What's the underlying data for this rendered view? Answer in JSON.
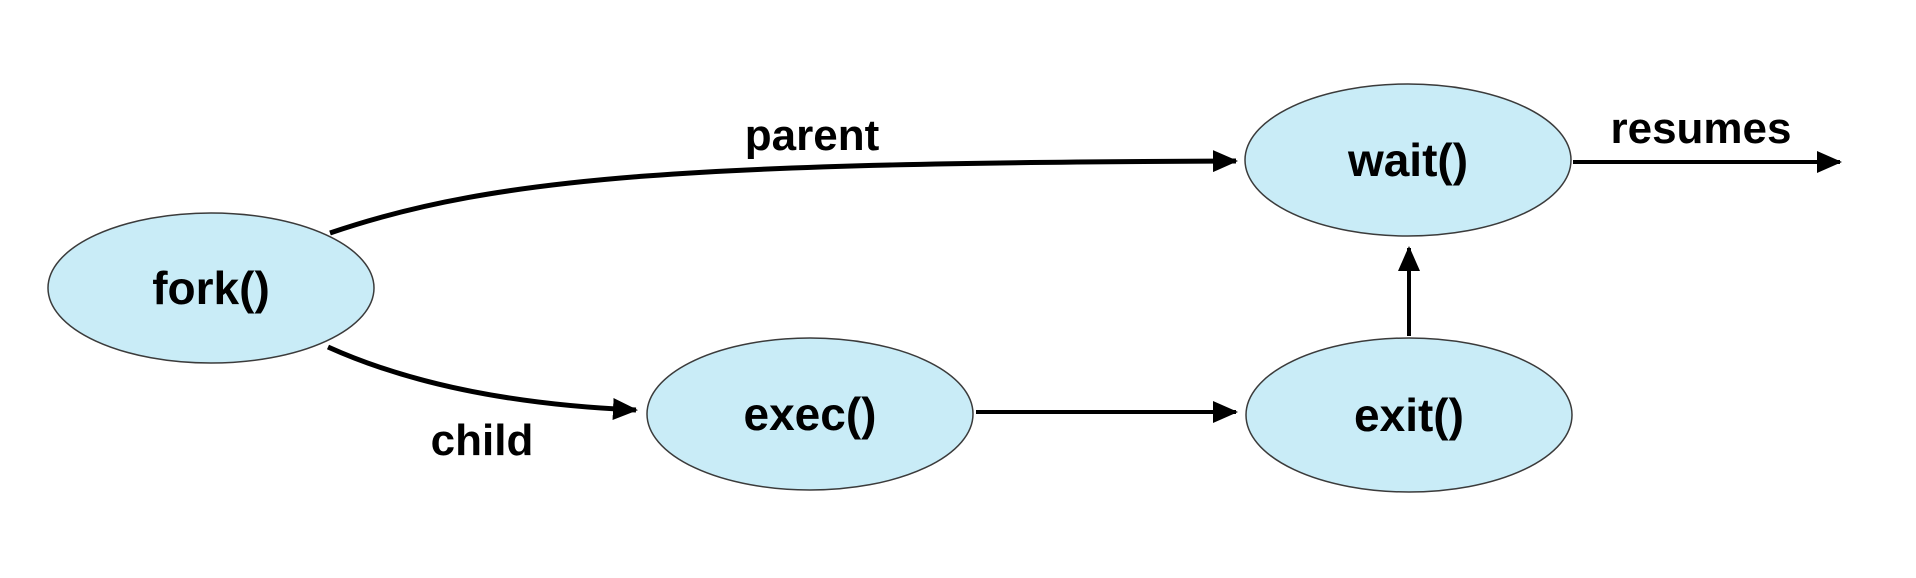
{
  "diagram": {
    "type": "state-flow-diagram",
    "description": "Process lifecycle diagram: fork branches to parent (wait) and child (exec), exec leads to exit, exit signals wait, wait resumes",
    "nodes": [
      {
        "id": "fork",
        "label": "fork()"
      },
      {
        "id": "exec",
        "label": "exec()"
      },
      {
        "id": "wait",
        "label": "wait()"
      },
      {
        "id": "exit",
        "label": "exit()"
      }
    ],
    "edges": [
      {
        "from": "fork",
        "to": "wait",
        "label": "parent"
      },
      {
        "from": "fork",
        "to": "exec",
        "label": "child"
      },
      {
        "from": "exec",
        "to": "exit",
        "label": ""
      },
      {
        "from": "exit",
        "to": "wait",
        "label": ""
      },
      {
        "from": "wait",
        "to": "",
        "label": "resumes"
      }
    ],
    "colors": {
      "node_fill": "#c9ecf7",
      "node_stroke": "#3b3b3b",
      "arrow": "#000000",
      "label_text": "#000000",
      "background": "#ffffff"
    }
  }
}
